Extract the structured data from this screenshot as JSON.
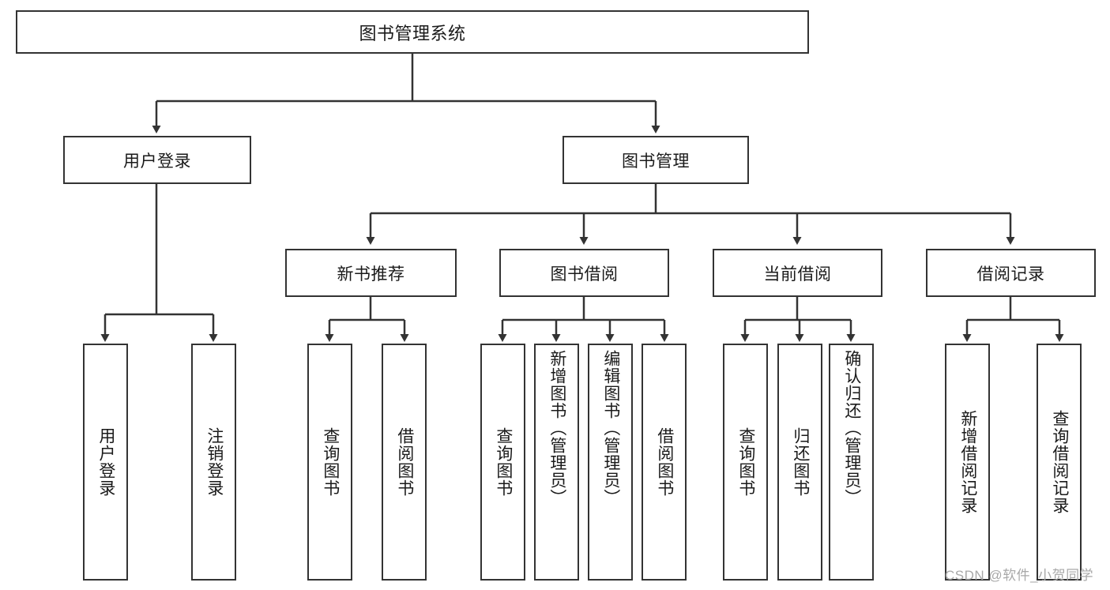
{
  "diagram": {
    "type": "tree-hierarchy",
    "title": "图书管理系统",
    "orientation": "top-down",
    "colors": {
      "box_border": "#333333",
      "box_fill": "#ffffff",
      "connector": "#333333",
      "text": "#1a1a1a",
      "watermark": "#a8a8a8"
    },
    "root": {
      "label": "图书管理系统"
    },
    "level2": [
      {
        "label": "用户登录"
      },
      {
        "label": "图书管理"
      }
    ],
    "level3": [
      {
        "label": "新书推荐"
      },
      {
        "label": "图书借阅"
      },
      {
        "label": "当前借阅"
      },
      {
        "label": "借阅记录"
      }
    ],
    "leaves": {
      "user_login": [
        {
          "label": "用户登录"
        },
        {
          "label": "注销登录"
        }
      ],
      "new_book_recommend": [
        {
          "label": "查询图书"
        },
        {
          "label": "借阅图书"
        }
      ],
      "book_borrow": [
        {
          "label": "查询图书"
        },
        {
          "label": "新增图书（管理员）"
        },
        {
          "label": "编辑图书（管理员）"
        },
        {
          "label": "借阅图书"
        }
      ],
      "current_borrow": [
        {
          "label": "查询图书"
        },
        {
          "label": "归还图书"
        },
        {
          "label": "确认归还（管理员）"
        }
      ],
      "borrow_record": [
        {
          "label": "新增借阅记录"
        },
        {
          "label": "查询借阅记录"
        }
      ]
    }
  },
  "watermark": {
    "text": "CSDN @软件_小贺同学"
  }
}
